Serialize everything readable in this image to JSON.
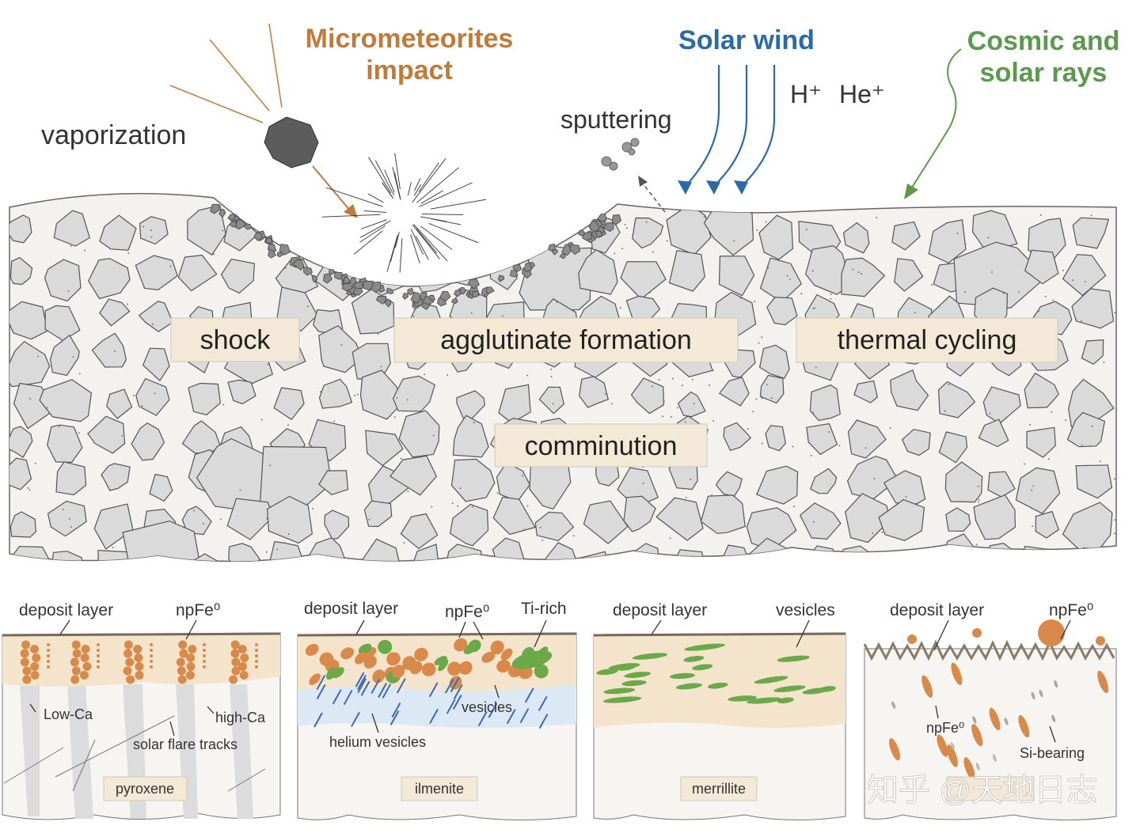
{
  "title_labels": {
    "impact_line1": "Micrometeorites",
    "impact_line2": "impact",
    "solar_wind": "Solar wind",
    "cosmic_line1": "Cosmic and",
    "cosmic_line2": "solar rays",
    "vaporization": "vaporization",
    "sputtering": "sputtering",
    "h_ion": "H⁺",
    "he_ion": "He⁺"
  },
  "process_labels": {
    "shock": "shock",
    "agglutinate": "agglutinate formation",
    "thermal": "thermal cycling",
    "comminution": "comminution"
  },
  "panels": [
    {
      "mineral": "pyroxene",
      "deposit": "deposit layer",
      "npfe": "npFe⁰",
      "low_ca": "Low-Ca",
      "high_ca": "high-Ca",
      "tracks": "solar flare tracks"
    },
    {
      "mineral": "ilmenite",
      "deposit": "deposit layer",
      "npfe": "npFe⁰",
      "ti_rich": "Ti-rich",
      "vesicles": "vesicles",
      "helium": "helium vesicles"
    },
    {
      "mineral": "merrillite",
      "deposit": "deposit layer",
      "vesicles": "vesicles"
    },
    {
      "deposit": "deposit layer",
      "npfe_top": "npFe⁰",
      "npfe_inner": "npFe⁰",
      "si_bearing": "Si-bearing"
    }
  ],
  "watermark": "知乎 @天地日志",
  "colors": {
    "orange": "#c07a3a",
    "blue": "#2a6aa8",
    "green": "#5a9a4a",
    "box": "#f3e9d6",
    "deposit": "#f4e4cc",
    "grain": "#dadada"
  }
}
